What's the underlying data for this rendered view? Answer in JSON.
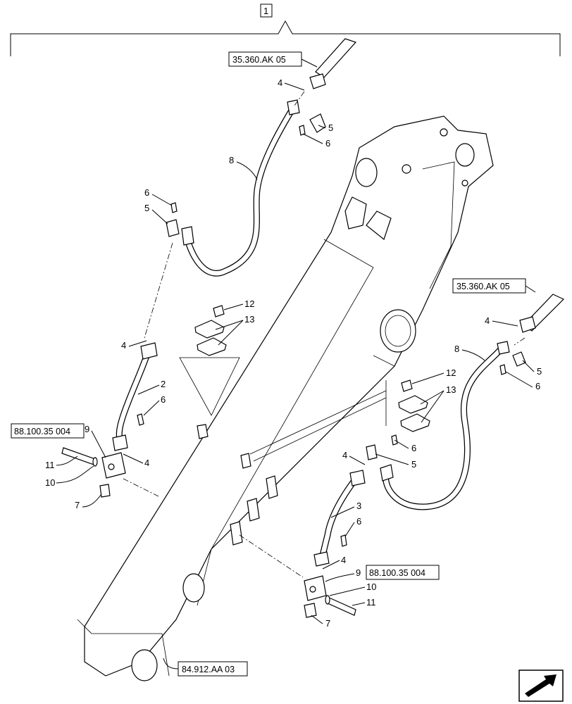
{
  "assembly": {
    "number": "1"
  },
  "references": {
    "top_hose_ref": "35.360.AK 05",
    "right_hose_ref": "35.360.AK 05",
    "left_block_ref": "88.100.35 004",
    "right_block_ref": "88.100.35 004",
    "boom_ref": "84.912.AA 03"
  },
  "callouts": {
    "c2": "2",
    "c3": "3",
    "c4a": "4",
    "c4b": "4",
    "c4c": "4",
    "c4d": "4",
    "c4e": "4",
    "c4f": "4",
    "c5a": "5",
    "c5b": "5",
    "c5c": "5",
    "c5d": "5",
    "c6a": "6",
    "c6b": "6",
    "c6c": "6",
    "c6d": "6",
    "c6e": "6",
    "c6f": "6",
    "c7a": "7",
    "c7b": "7",
    "c8a": "8",
    "c8b": "8",
    "c9a": "9",
    "c9b": "9",
    "c10a": "10",
    "c10b": "10",
    "c11a": "11",
    "c11b": "11",
    "c12a": "12",
    "c12b": "12",
    "c13a": "13",
    "c13b": "13"
  },
  "icons": {
    "nav": "arrow-next-icon"
  }
}
